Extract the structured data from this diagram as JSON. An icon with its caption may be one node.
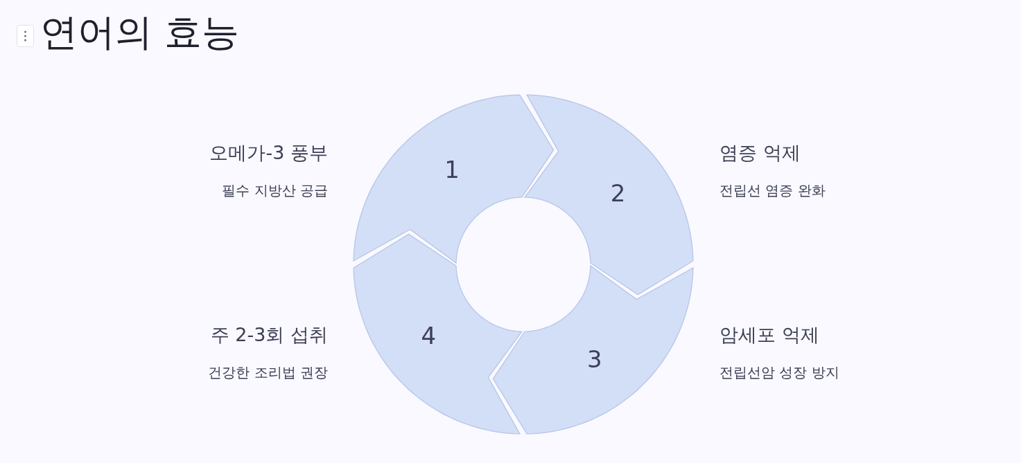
{
  "diagram": {
    "title": "연어의 효능",
    "nodes": [
      {
        "text": [
          "1"
        ],
        "beside": [
          "오메가-3 풍부",
          "필수 지방산 공급"
        ]
      },
      {
        "text": [
          "2"
        ],
        "beside": [
          "염증 억제",
          "전립선 염증 완화"
        ]
      },
      {
        "text": [
          "3"
        ],
        "beside": [
          "암세포 억제",
          "전립선암 성장 방지"
        ]
      },
      {
        "text": [
          "4"
        ],
        "beside": [
          "주 2-3회 섭취",
          "건강한 조리법 권장"
        ]
      }
    ]
  }
}
